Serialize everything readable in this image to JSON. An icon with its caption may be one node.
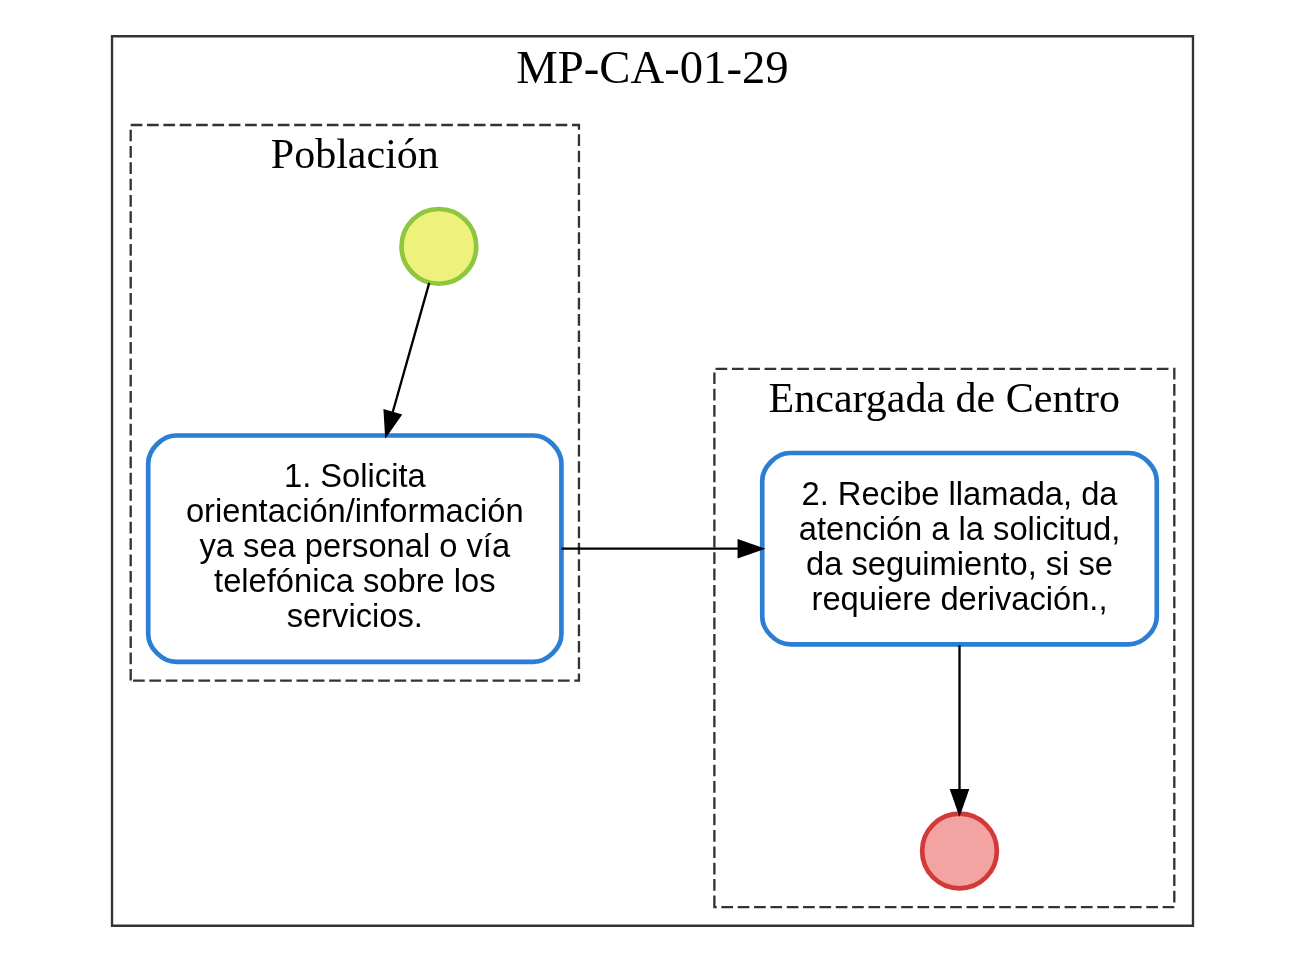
{
  "diagram": {
    "nodes": [
      {
        "text": [
          "MP-CA-01-29"
        ]
      },
      {
        "text": [
          "Población"
        ],
        "in": 0
      },
      {
        "text": [
          "Encargada de Centro"
        ],
        "in": 0
      },
      {
        "text": [],
        "shape": "circle",
        "in": 1
      },
      {
        "text": [
          "1. Solicita orientación/información ya sea personal o vía telefónica sobre los servicios."
        ],
        "in": 1
      },
      {
        "text": [
          "2. Recibe llamada, da atención a la solicitud, da seguimiento, si se requiere derivación.,"
        ],
        "in": 2
      },
      {
        "text": [],
        "shape": "circle",
        "in": 2
      }
    ],
    "edges": [
      {
        "from": 3,
        "to": 4,
        "arrow": "to"
      },
      {
        "from": 4,
        "to": 5,
        "arrow": "to"
      },
      {
        "from": 5,
        "to": 6,
        "arrow": "to"
      }
    ]
  }
}
